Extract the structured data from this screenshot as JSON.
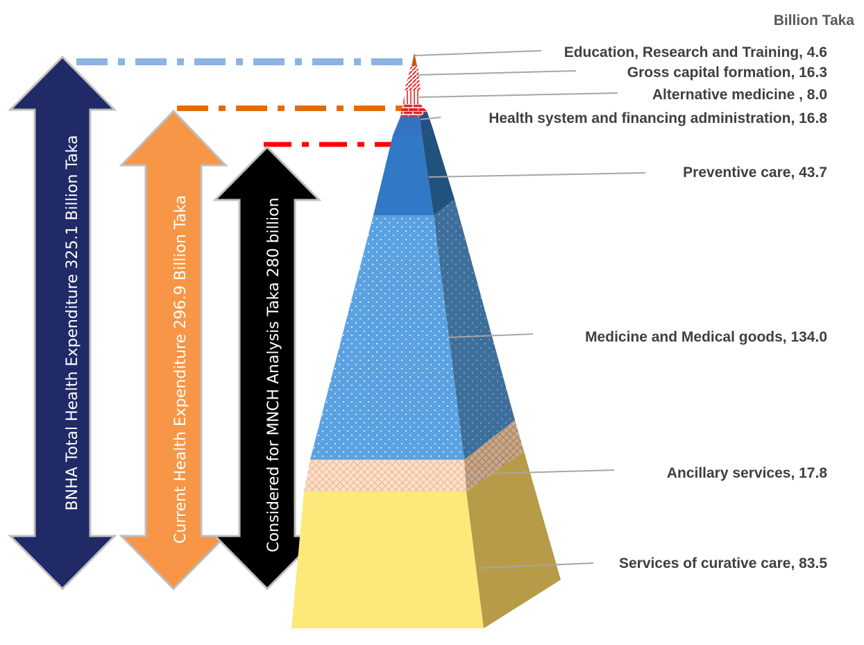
{
  "unit_label": "Billion Taka",
  "chart_data": {
    "type": "pyramid",
    "unit": "Billion Taka",
    "layers_bottom_to_top": [
      {
        "name": "Services of curative care",
        "value": 83.5,
        "label": "Services of curative care,  83.5",
        "color": "#fde97a"
      },
      {
        "name": "Ancillary services",
        "value": 17.8,
        "label": "Ancillary services,  17.8",
        "color": "#f6d2b8"
      },
      {
        "name": "Medicine and Medical goods",
        "value": 134.0,
        "label": "Medicine and Medical goods,  134.0",
        "color": "#5aa2e2"
      },
      {
        "name": "Preventive care",
        "value": 43.7,
        "label": "Preventive care,  43.7",
        "color": "#3179c6"
      },
      {
        "name": "Health system and financing administration",
        "value": 16.8,
        "label": "Health system and financing administration,  16.8",
        "color": "#3573c0"
      },
      {
        "name": "Alternative medicine",
        "value": 8.0,
        "label": "Alternative medicine ,  8.0",
        "color": "#ffffff"
      },
      {
        "name": "Gross capital formation",
        "value": 16.3,
        "label": "Gross capital formation,  16.3",
        "color": "#e0282a"
      },
      {
        "name": "Education, Research and Training",
        "value": 4.6,
        "label": "Education, Research and Training,  4.6",
        "color": "#c55a11"
      }
    ],
    "range_arrows": [
      {
        "label": "BNHA Total Health Expenditure 325.1 Billion Taka",
        "value": 325.1,
        "color": "#1f2a66",
        "text_color": "#ffffff"
      },
      {
        "label": "Current Health Expenditure 296.9 Billion Taka",
        "value": 296.9,
        "color": "#f79646",
        "text_color": "#ffffff"
      },
      {
        "label": "Considered for MNCH Analysis Taka 280 billion",
        "value": 280,
        "color": "#000000",
        "text_color": "#ffffff"
      }
    ],
    "marker_colors": [
      "#8db3e2",
      "#e36c0a",
      "#ff0000"
    ]
  }
}
